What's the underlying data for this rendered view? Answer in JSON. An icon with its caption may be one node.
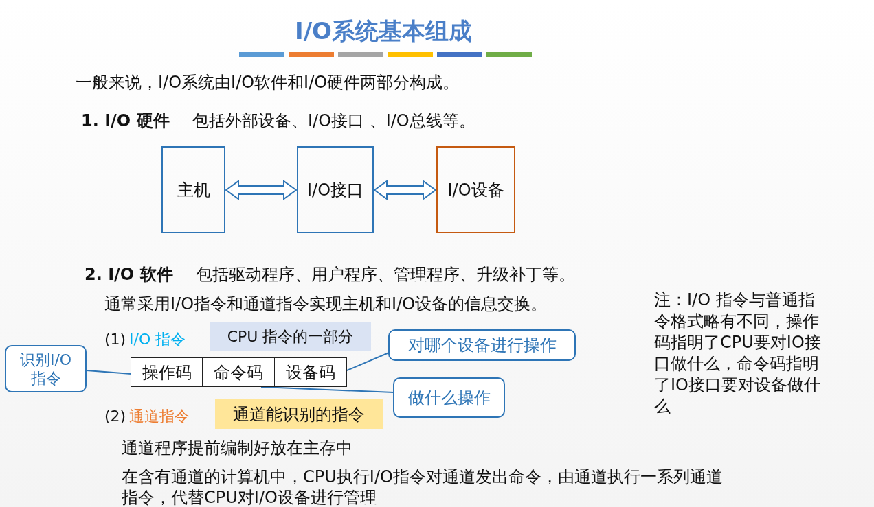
{
  "diagram": {
    "title": "I/O系统基本组成",
    "nodes": [
      {
        "text": [
          "主机"
        ]
      },
      {
        "text": [
          "I/O接口"
        ]
      },
      {
        "text": [
          "I/O设备"
        ]
      },
      {
        "text": [
          "CPU 指令的一部分"
        ]
      },
      {
        "text": [
          "操作码"
        ]
      },
      {
        "text": [
          "命令码"
        ]
      },
      {
        "text": [
          "设备码"
        ]
      },
      {
        "text": [
          "识别I/O 指令"
        ]
      },
      {
        "text": [
          "对哪个设备进行操作"
        ]
      },
      {
        "text": [
          "做什么操作"
        ]
      },
      {
        "text": [
          "通道能识别的指令"
        ]
      }
    ],
    "edges": [
      {
        "from": 0,
        "to": 1,
        "arrow": "both"
      },
      {
        "from": 1,
        "to": 2,
        "arrow": "both"
      },
      {
        "from": 7,
        "to": 4,
        "arrow": "none"
      },
      {
        "from": 8,
        "to": 6,
        "arrow": "none"
      },
      {
        "from": 9,
        "to": 5,
        "arrow": "none"
      }
    ],
    "labels": [
      "一般来说，I/O系统由I/O软件和I/O硬件两部分构成。",
      "1. I/O 硬件",
      "包括外部设备、I/O接口 、I/O总线等。",
      "2. I/O 软件",
      "包括驱动程序、用户程序、管理程序、升级补丁等。",
      "通常采用I/O指令和通道指令实现主机和I/O设备的信息交换。",
      "(1)",
      "I/O 指令",
      "(2)",
      "通道指令",
      "通道程序提前编制好放在主存中",
      "在含有通道的计算机中，CPU执行I/O指令对通道发出命令，由通道执行一系列通道指令，代替CPU对I/O设备进行管理",
      "注：I/O 指令与普通指令格式略有不同，操作码指明了CPU要对IO接口做什么，命令码指明了IO接口要对设备做什么"
    ]
  }
}
